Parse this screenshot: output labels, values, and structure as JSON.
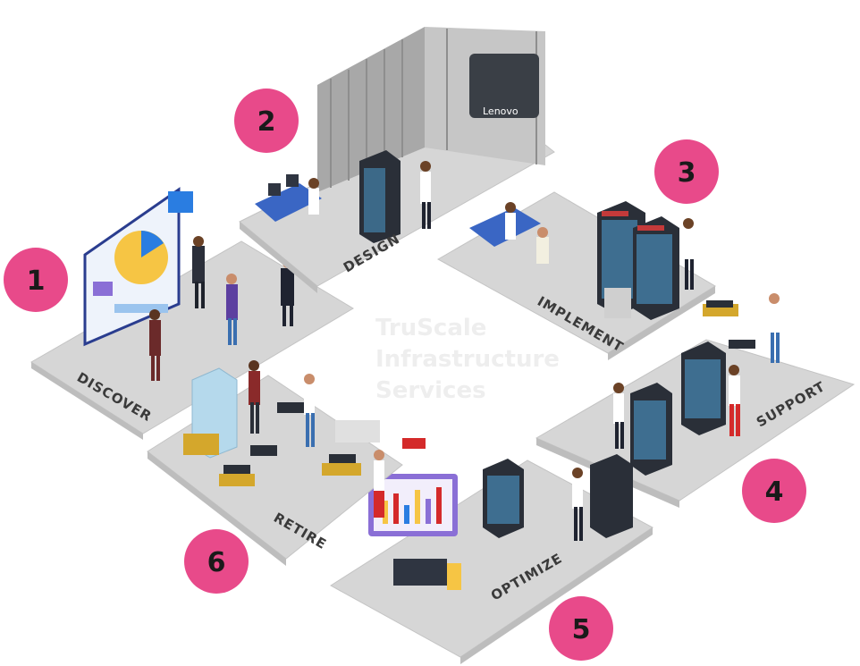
{
  "accent_color": "#e84a8a",
  "center_text": [
    "TruScale",
    "Infrastructure",
    "Services"
  ],
  "screen_logo": "Lenovo",
  "stages": [
    {
      "number": "1",
      "label": "DISCOVER"
    },
    {
      "number": "2",
      "label": "DESIGN"
    },
    {
      "number": "3",
      "label": "IMPLEMENT"
    },
    {
      "number": "4",
      "label": "SUPPORT"
    },
    {
      "number": "5",
      "label": "OPTIMIZE"
    },
    {
      "number": "6",
      "label": "RETIRE"
    }
  ]
}
